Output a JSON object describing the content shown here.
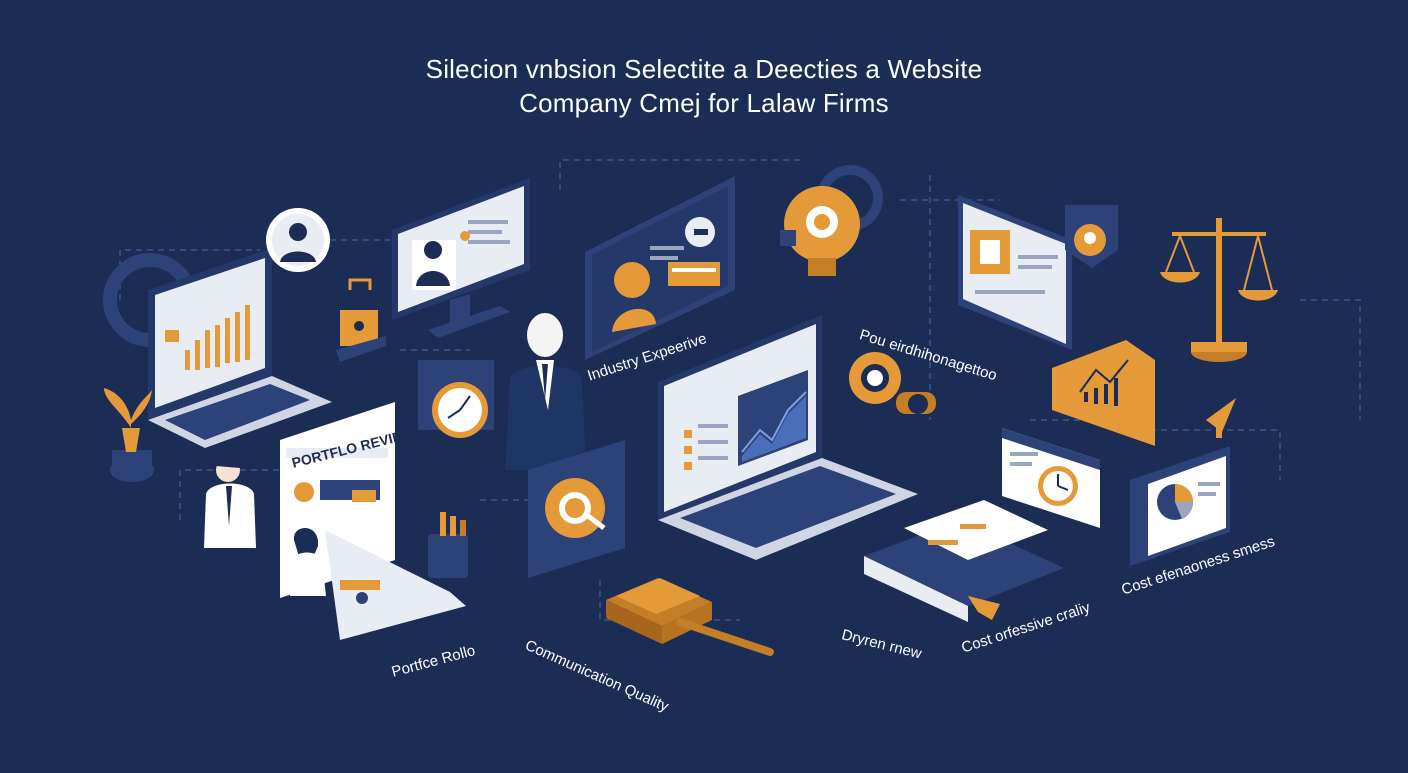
{
  "title": {
    "line1": "Silecion vnbsion Selectite a Deecties a Website",
    "line2": "Company Cmej for Lalaw Firms"
  },
  "labels": {
    "portfolio_review": "PORTFLO REVIEW",
    "industry_expertise": "Industry Expeerive",
    "pou_label": "Pou eirdhihonagettoo",
    "portfolio_footer": "Portfce Rollo",
    "communication_quality": "Communication Quality",
    "dryren_review": "Dryren rnew",
    "cost_quality": "Cost orfessive craliy",
    "cost_effectiveness": "Cost efenaoness smess"
  },
  "colors": {
    "background": "#1b2c55",
    "navy": "#24386a",
    "panel": "#2c4278",
    "accent": "#e59a3a",
    "white": "#ffffff",
    "light": "#e8ecf3"
  },
  "icons": [
    "person-avatar-icon",
    "lightbulb-icon",
    "scales-of-justice-icon",
    "gavel-icon",
    "magnifier-icon",
    "clock-icon",
    "plant-icon",
    "lock-icon",
    "gear-icon",
    "pie-chart-icon",
    "arrow-cursor-icon"
  ]
}
